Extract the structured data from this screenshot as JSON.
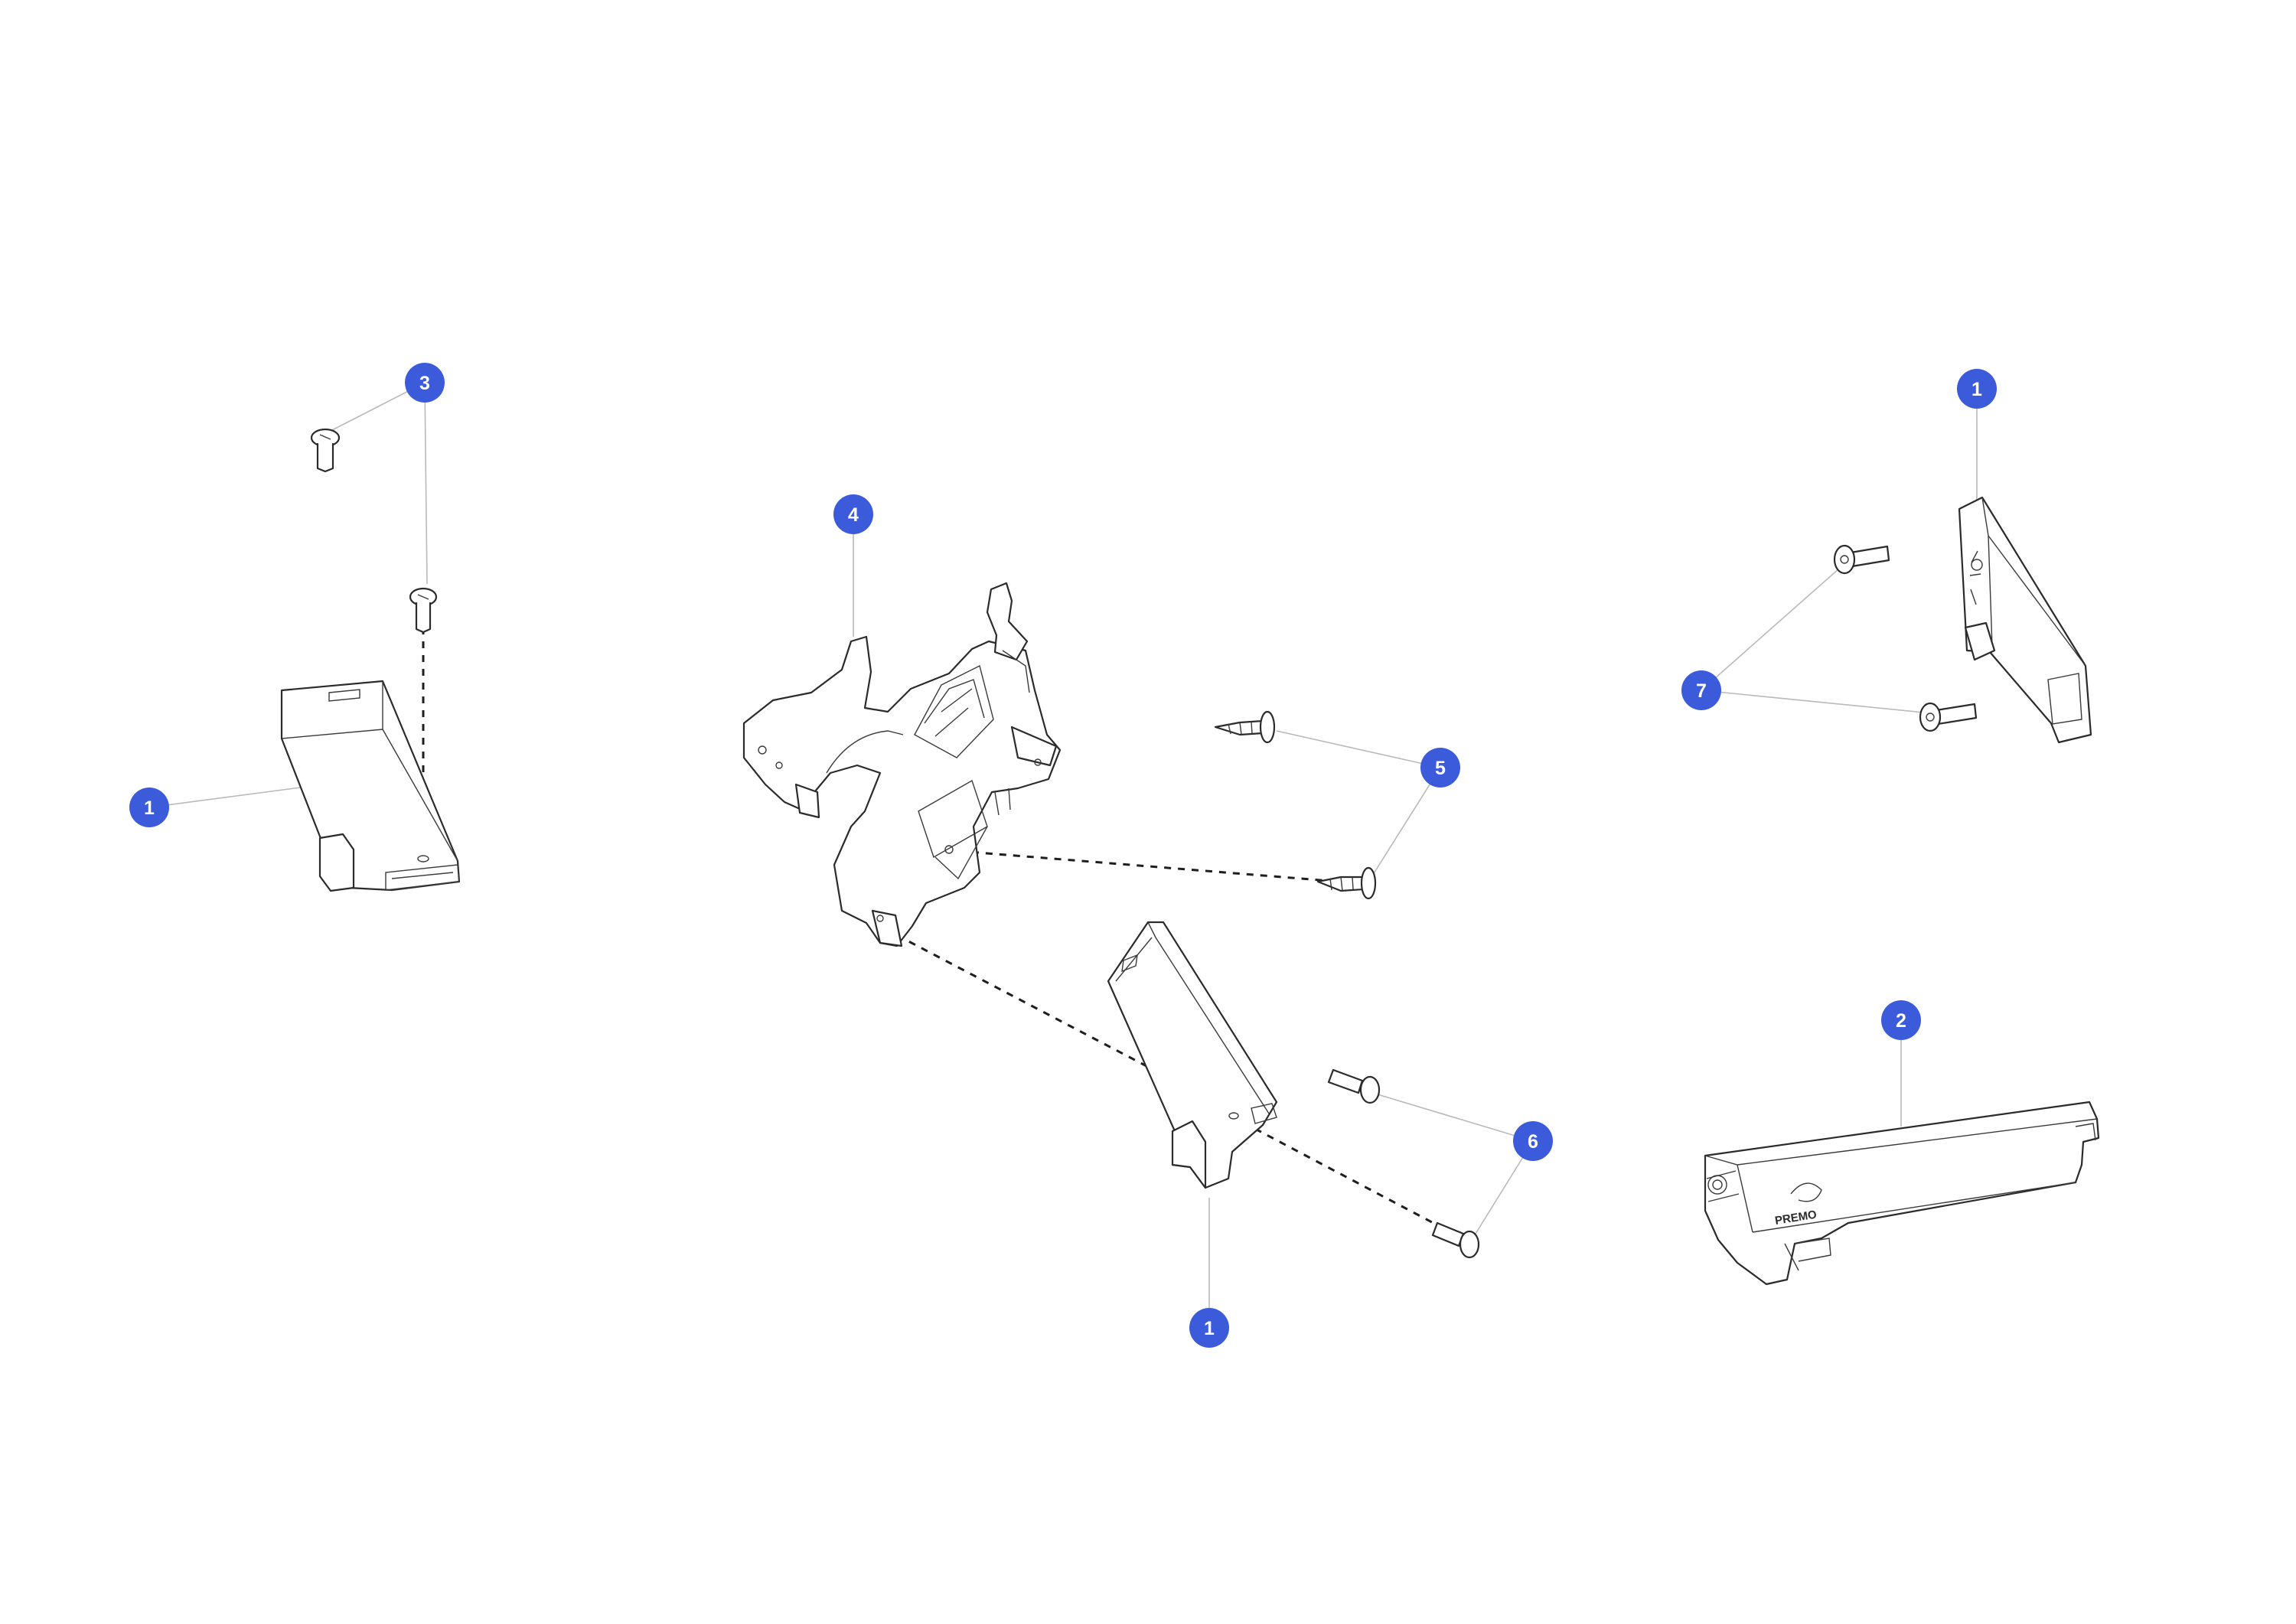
{
  "theme": {
    "callout_color": "#3b5bdb",
    "line_color": "#2b2b2b",
    "leader_color": "#b9b9b9"
  },
  "callouts": [
    {
      "id": "left-bracket",
      "label": "1"
    },
    {
      "id": "bottom-screw",
      "label": "3"
    },
    {
      "id": "mount",
      "label": "4"
    },
    {
      "id": "center-screw",
      "label": "5"
    },
    {
      "id": "front-screw",
      "label": "6"
    },
    {
      "id": "center-bracket",
      "label": "1"
    },
    {
      "id": "right-bracket",
      "label": "1"
    },
    {
      "id": "side-screw",
      "label": "7"
    },
    {
      "id": "cover",
      "label": "2"
    }
  ],
  "parts": [
    {
      "name": "bracket-left",
      "icon": "bracket-plate"
    },
    {
      "name": "bracket-center",
      "icon": "bracket-plate"
    },
    {
      "name": "bracket-right",
      "icon": "bracket-plate"
    },
    {
      "name": "mount-frame",
      "icon": "mount-frame"
    },
    {
      "name": "cover-plate",
      "icon": "cover-plate"
    },
    {
      "name": "screw",
      "icon": "screw"
    }
  ],
  "brand_mark": "PREMO"
}
